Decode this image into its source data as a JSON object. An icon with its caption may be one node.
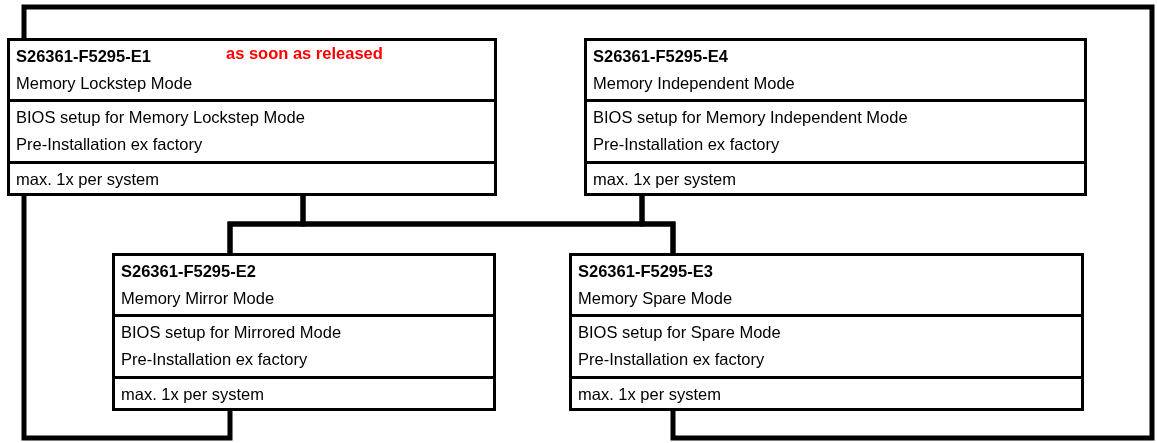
{
  "diagram": {
    "nodes": [
      {
        "text": [
          "S26361-F5295-E1",
          "Memory Lockstep Mode",
          "BIOS setup for Memory Lockstep Mode",
          "Pre-Installation ex factory",
          "max. 1x per system"
        ]
      },
      {
        "text": [
          "S26361-F5295-E4",
          "Memory Independent Mode",
          "BIOS setup for Memory Independent Mode",
          "Pre-Installation ex factory",
          "max. 1x per system"
        ]
      },
      {
        "text": [
          "S26361-F5295-E2",
          "Memory Mirror Mode",
          "BIOS setup for Mirrored Mode",
          "Pre-Installation ex factory",
          "max. 1x per system"
        ]
      },
      {
        "text": [
          "S26361-F5295-E3",
          "Memory Spare Mode",
          "BIOS setup for Spare Mode",
          "Pre-Installation ex factory",
          "max. 1x per system"
        ]
      }
    ],
    "edges": [
      {
        "from": 0,
        "to": 2,
        "arrow": "none"
      },
      {
        "from": 0,
        "to": 3,
        "arrow": "none"
      },
      {
        "from": 1,
        "to": 2,
        "arrow": "none"
      },
      {
        "from": 1,
        "to": 3,
        "arrow": "none"
      },
      {
        "from": 2,
        "to": 0,
        "arrow": "none"
      },
      {
        "from": 3,
        "to": 0,
        "arrow": "none"
      }
    ],
    "labels": [
      "as soon as released"
    ]
  }
}
